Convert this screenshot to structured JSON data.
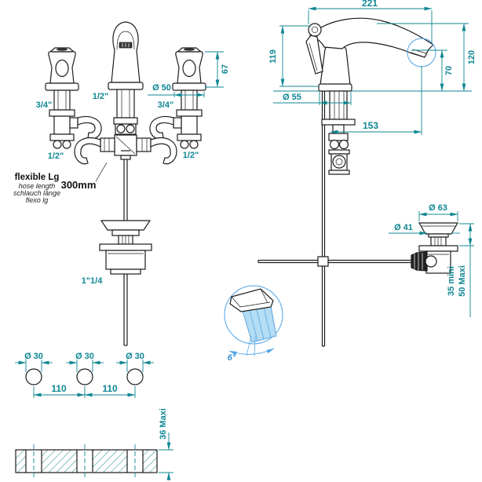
{
  "colors": {
    "dimension": "#0f8793",
    "line_art": "#1c1c1c",
    "detail_blue": "#4da3e8",
    "water_fill": "#b5dcf5",
    "background": "#ffffff"
  },
  "front_view": {
    "labels": {
      "conn_left_top": "3/4\"",
      "conn_right_top": "3/4\"",
      "conn_center": "1/2\"",
      "conn_left_bottom": "1/2\"",
      "conn_right_bottom": "1/2\"",
      "dim_height_67": "67",
      "dim_dia_50": "Ø 50",
      "drain_thread": "1\"1/4"
    },
    "hose_note": {
      "title": "flexible Lg",
      "line1": "hose length",
      "line2": "schlauch länge",
      "line3": "flexo lg",
      "value": "300mm"
    }
  },
  "side_view": {
    "labels": {
      "dim_width_221": "221",
      "dim_height_119": "119",
      "dim_height_120": "120",
      "dim_spout_height_70": "70",
      "dim_dia_55": "Ø 55",
      "dim_reach_153": "153"
    }
  },
  "waste_view": {
    "labels": {
      "dim_dia_63": "Ø 63",
      "dim_dia_41": "Ø 41",
      "dim_clamp_min": "35 mini",
      "dim_clamp_max": "50 Maxi"
    }
  },
  "spray_detail": {
    "angle": "6°"
  },
  "drilling_template": {
    "labels": {
      "dim_dia_hole_1": "Ø 30",
      "dim_dia_hole_2": "Ø 30",
      "dim_dia_hole_3": "Ø 30",
      "dim_spacing_1": "110",
      "dim_spacing_2": "110",
      "dim_deck_thickness": "36 Maxi"
    }
  }
}
